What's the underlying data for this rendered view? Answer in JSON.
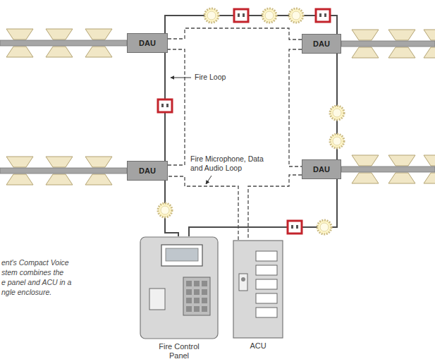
{
  "diagram": {
    "nodes": [
      {
        "text": [
          "DAU"
        ]
      },
      {
        "text": [
          "DAU"
        ]
      },
      {
        "text": [
          "DAU"
        ]
      },
      {
        "text": [
          "DAU"
        ]
      },
      {
        "text": [
          "Fire Control Panel"
        ]
      },
      {
        "text": [
          "ACU"
        ]
      }
    ],
    "edges": [
      {
        "from": 4,
        "to": 2,
        "arrow": "none"
      },
      {
        "from": 2,
        "to": 0,
        "arrow": "none"
      },
      {
        "from": 0,
        "to": 1,
        "arrow": "none"
      },
      {
        "from": 1,
        "to": 3,
        "arrow": "none"
      },
      {
        "from": 3,
        "to": 4,
        "arrow": "none"
      },
      {
        "from": 5,
        "to": 2,
        "arrow": "none"
      },
      {
        "from": 2,
        "to": 0,
        "arrow": "none"
      },
      {
        "from": 0,
        "to": 1,
        "arrow": "none"
      },
      {
        "from": 1,
        "to": 3,
        "arrow": "none"
      },
      {
        "from": 3,
        "to": 5,
        "arrow": "none"
      }
    ],
    "labels": [
      "Fire Loop",
      "Fire Microphone, Data and Audio Loop",
      "ent's Compact Voice",
      "stem combines the",
      "e panel and ACU in a",
      "ngle enclosure."
    ]
  }
}
